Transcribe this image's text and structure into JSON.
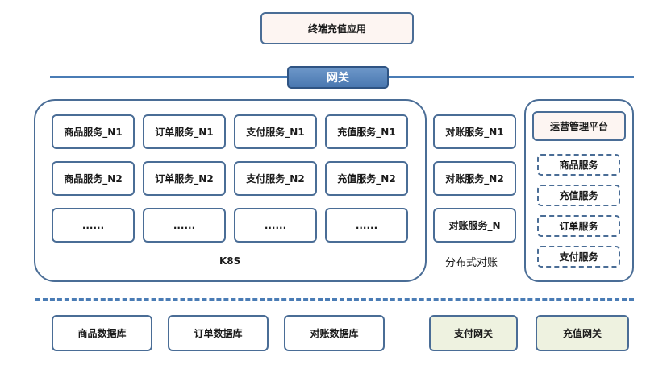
{
  "top_app": "终端充值应用",
  "gateway": "网关",
  "k8s": {
    "label": "K8S",
    "rows": [
      [
        "商品服务_N1",
        "订单服务_N1",
        "支付服务_N1",
        "充值服务_N1"
      ],
      [
        "商品服务_N2",
        "订单服务_N2",
        "支付服务_N2",
        "充值服务_N2"
      ],
      [
        "......",
        "......",
        "......",
        "......"
      ]
    ]
  },
  "reconcile": {
    "label": "分布式对账",
    "items": [
      "对账服务_N1",
      "对账服务_N2",
      "对账服务_N"
    ]
  },
  "ops": {
    "title": "运营管理平台",
    "items": [
      "商品服务",
      "充值服务",
      "订单服务",
      "支付服务"
    ]
  },
  "bottom": {
    "databases": [
      "商品数据库",
      "订单数据库",
      "对账数据库"
    ],
    "gateways": [
      "支付网关",
      "充值网关"
    ]
  }
}
